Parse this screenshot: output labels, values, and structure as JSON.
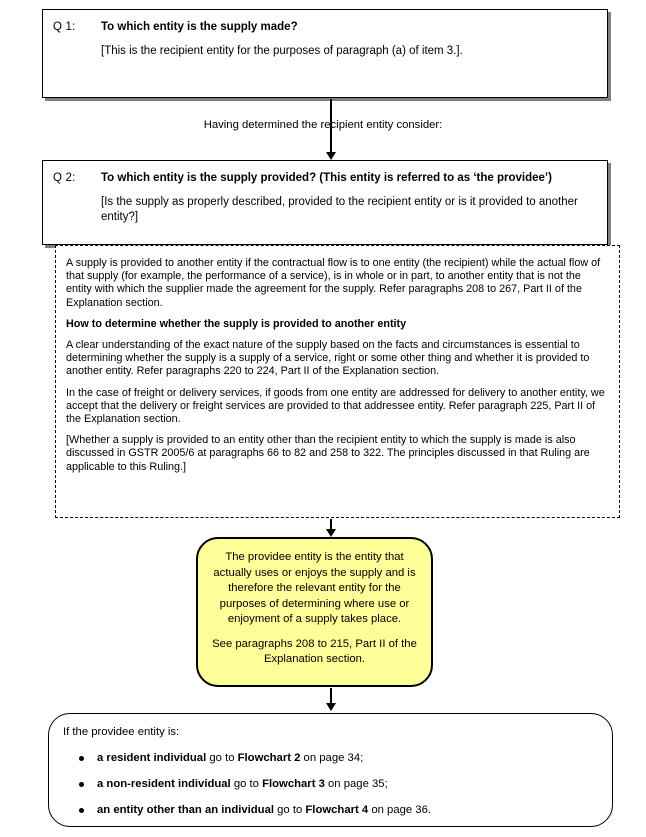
{
  "q1": {
    "label": "Q 1:",
    "title": "To which entity is the supply made?",
    "subtitle": "[This is the recipient entity for the purposes of paragraph (a) of item 3.]."
  },
  "connector_caption": "Having determined the recipient entity consider:",
  "q2": {
    "label": "Q 2:",
    "title": "To which entity is the supply provided? (This entity is referred to as ‘the providee’)",
    "subtitle": "[Is the supply as properly described, provided to the recipient entity or is it provided to another entity?]"
  },
  "explanation": {
    "para1": "A supply is provided to another entity if the contractual flow is to one entity (the recipient) while the actual flow of that supply (for example, the performance of a service), is in whole or in part, to another entity that is not the entity with which the supplier made the agreement for the supply. Refer paragraphs 208 to 267, Part II of the Explanation section.",
    "heading": "How to determine whether the supply is provided to another entity",
    "para2": "A clear understanding of the exact nature of the supply based on the facts and circumstances is essential to determining whether the supply is a supply of a service, right or some other thing and whether it is provided to another entity. Refer paragraphs 220 to 224, Part II of the Explanation section.",
    "para3": "In the case of freight or delivery services, if goods from one entity are addressed for delivery to another entity, we accept that the delivery or freight services are provided to that addressee entity. Refer paragraph 225, Part II of the Explanation section.",
    "para4": "[Whether a supply is provided to an entity other than the recipient entity to which the supply is made is also discussed in GSTR 2005/6 at paragraphs 66 to 82 and 258 to 322. The principles discussed in that Ruling are applicable to this Ruling.]"
  },
  "providee_note": {
    "line1": "The providee entity is the entity that actually uses or enjoys the supply and is therefore the relevant entity for the purposes of determining where use or enjoyment of a supply takes place.",
    "line2": "See paragraphs 208 to 215, Part II of the Explanation section.",
    "fill_color": "#ffff99"
  },
  "outcome": {
    "intro": "If the providee entity is:",
    "items": [
      {
        "bold": "a resident individual",
        "rest": " go to ",
        "bold2": "Flowchart 2",
        "rest2": " on page 34;"
      },
      {
        "bold": "a non-resident individual",
        "rest": " go to ",
        "bold2": "Flowchart 3",
        "rest2": " on page 35;"
      },
      {
        "bold": "an entity other than an individual",
        "rest": " go to ",
        "bold2": "Flowchart 4",
        "rest2": " on page 36."
      }
    ]
  }
}
